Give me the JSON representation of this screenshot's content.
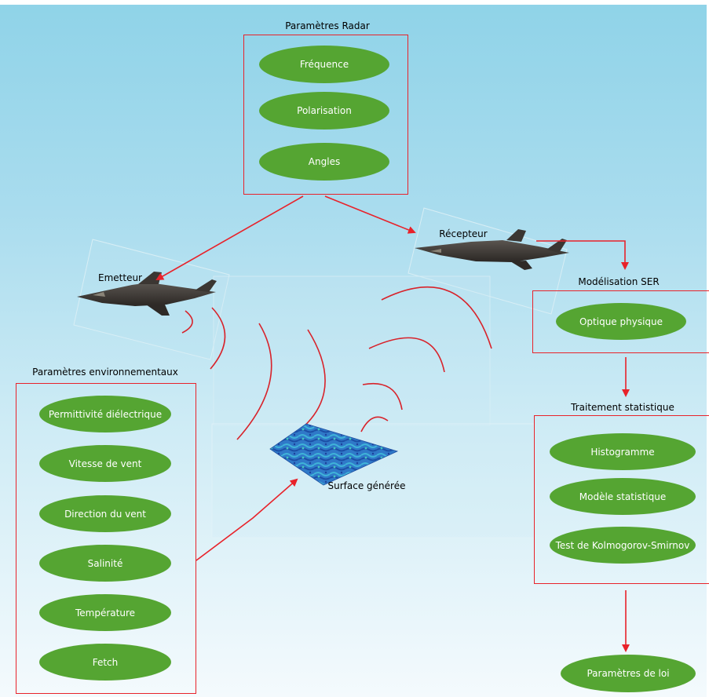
{
  "radar": {
    "title": "Paramètres Radar",
    "items": [
      "Fréquence",
      "Polarisation",
      "Angles"
    ]
  },
  "environment": {
    "title": "Paramètres environnementaux",
    "items": [
      "Permittivité diélectrique",
      "Vitesse de vent",
      "Direction du vent",
      "Salinité",
      "Température",
      "Fetch"
    ]
  },
  "ser": {
    "title": "Modélisation SER",
    "items": [
      "Optique physique"
    ]
  },
  "stats": {
    "title": "Traitement statistique",
    "items": [
      "Histogramme",
      "Modèle statistique",
      "Test de Kolmogorov-Smirnov"
    ]
  },
  "output": {
    "label": "Paramètres de loi"
  },
  "emitter": {
    "label": "Emetteur"
  },
  "receiver": {
    "label": "Récepteur"
  },
  "surface": {
    "label": "Surface générée"
  },
  "colors": {
    "pill_green": "#55a532",
    "box_red": "#e8222a",
    "arrow_red": "#e8222a",
    "wave_red": "#d8222a",
    "surface_blue": "#2a6fd0"
  }
}
